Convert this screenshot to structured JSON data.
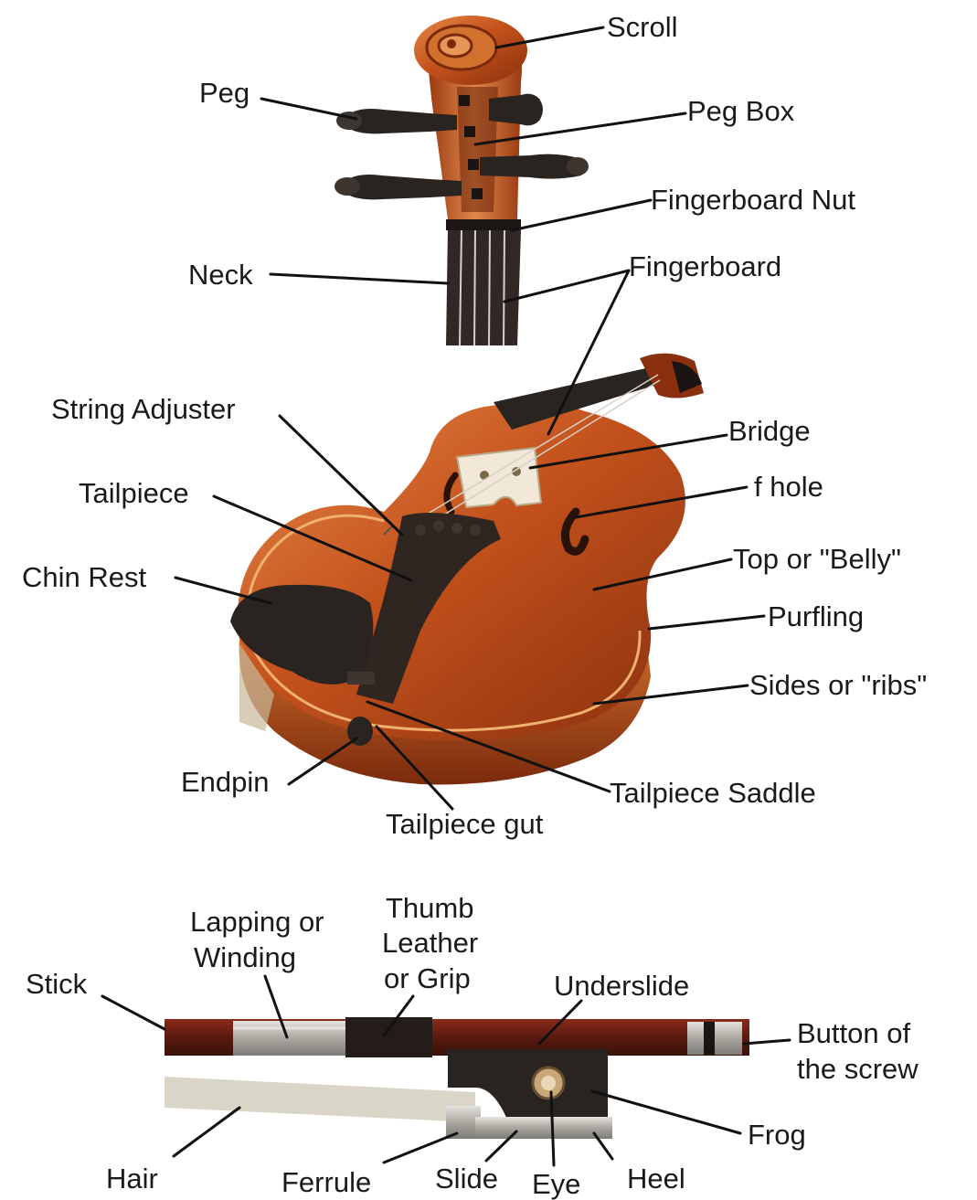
{
  "figure": {
    "scroll_section": {
      "labels": {
        "scroll": "Scroll",
        "peg": "Peg",
        "peg_box": "Peg Box",
        "fingerboard_nut": "Fingerboard Nut",
        "neck": "Neck",
        "fingerboard": "Fingerboard"
      }
    },
    "body_section": {
      "labels": {
        "string_adjuster": "String Adjuster",
        "bridge": "Bridge",
        "tailpiece": "Tailpiece",
        "f_hole": "f hole",
        "chin_rest": "Chin Rest",
        "top_belly": "Top or \"Belly\"",
        "purfling": "Purfling",
        "sides_ribs": "Sides or \"ribs\"",
        "endpin": "Endpin",
        "tailpiece_saddle": "Tailpiece Saddle",
        "tailpiece_gut": "Tailpiece gut"
      }
    },
    "bow_section": {
      "labels": {
        "lapping_line1": "Lapping or",
        "lapping_line2": "Winding",
        "thumb_line1": "Thumb",
        "thumb_line2": "Leather",
        "thumb_line3": "or Grip",
        "stick": "Stick",
        "underslide": "Underslide",
        "button_line1": "Button of",
        "button_line2": "the screw",
        "frog": "Frog",
        "hair": "Hair",
        "ferrule": "Ferrule",
        "slide": "Slide",
        "eye": "Eye",
        "heel": "Heel"
      }
    }
  },
  "colors": {
    "wood": "#c0501c",
    "wood_dark": "#7a2a0c",
    "wood_light": "#e58a4a",
    "ebony": "#2a2420",
    "bridge": "#f1e8d8",
    "bow_stick": "#6b1e12",
    "silver": "#b9b7b1",
    "hair": "#d9d6c8"
  }
}
